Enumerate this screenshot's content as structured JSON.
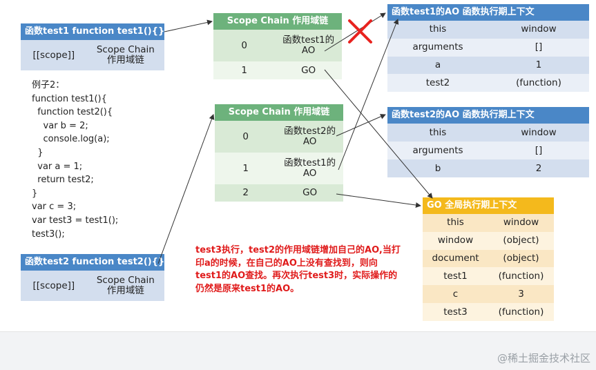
{
  "test1_fn": {
    "title": "函数test1  function test1(){}",
    "cells": [
      "[[scope]]",
      "Scope Chain\n作用域链"
    ]
  },
  "test2_fn": {
    "title": "函数test2  function test2(){}",
    "cells": [
      "[[scope]]",
      "Scope Chain\n作用域链"
    ]
  },
  "code": {
    "lines": [
      "例子2：",
      "function test1(){",
      "  function test2(){",
      "    var b = 2;",
      "    console.log(a);",
      "  }",
      "  var a = 1;",
      "  return test2;",
      "}",
      "var c = 3;",
      "var test3 = test1();",
      "test3();"
    ]
  },
  "scope_chain_1": {
    "title": "Scope Chain 作用域链",
    "rows": [
      {
        "index": "0",
        "value": "函数test1的\nAO"
      },
      {
        "index": "1",
        "value": "GO"
      }
    ]
  },
  "scope_chain_2": {
    "title": "Scope Chain 作用域链",
    "rows": [
      {
        "index": "0",
        "value": "函数test2的\nAO"
      },
      {
        "index": "1",
        "value": "函数test1的\nAO"
      },
      {
        "index": "2",
        "value": "GO"
      }
    ]
  },
  "ao_test1": {
    "title": "函数test1的AO 函数执行期上下文",
    "rows": [
      {
        "key": "this",
        "value": "window"
      },
      {
        "key": "arguments",
        "value": "[]"
      },
      {
        "key": "a",
        "value": "1"
      },
      {
        "key": "test2",
        "value": "(function)"
      }
    ]
  },
  "ao_test2": {
    "title": "函数test2的AO 函数执行期上下文",
    "rows": [
      {
        "key": "this",
        "value": "window"
      },
      {
        "key": "arguments",
        "value": "[]"
      },
      {
        "key": "b",
        "value": "2"
      }
    ]
  },
  "go": {
    "title": "GO 全局执行期上下文",
    "rows": [
      {
        "key": "this",
        "value": "window"
      },
      {
        "key": "window",
        "value": "(object)"
      },
      {
        "key": "document",
        "value": "(object)"
      },
      {
        "key": "test1",
        "value": "(function)"
      },
      {
        "key": "c",
        "value": "3"
      },
      {
        "key": "test3",
        "value": "(function)"
      }
    ]
  },
  "note": "test3执行，test2的作用域链增加自己的AO,当打印a的时候，在自己的AO上没有查找到，则向test1的AO查找。再次执行test3时，实际操作的仍然是原来test1的AO。",
  "watermark": "@稀土掘金技术社区",
  "colors": {
    "blue": "#4a87c7",
    "green": "#6db27c",
    "yellow": "#f4b91c",
    "note": "#e01b1b",
    "cross": "#e8231f"
  }
}
